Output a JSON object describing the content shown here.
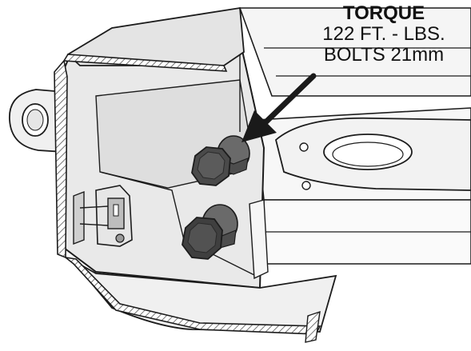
{
  "callout": {
    "title": "TORQUE",
    "line1": "122 FT. - LBS.",
    "line2": "BOLTS 21mm"
  },
  "colors": {
    "plate_fill": "#e9e9e9",
    "plate_shade": "#d6d6d6",
    "frame_fill": "#f4f4f4",
    "bolt_dark": "#3a3a3a",
    "bolt_mid": "#5b5b5b",
    "arrow": "#1a1a1a",
    "line": "#1c1c1c"
  },
  "icons": {
    "pointer": "callout-arrow-icon",
    "bolt": "hex-bolt-icon",
    "connector": "wiring-connector-icon"
  }
}
